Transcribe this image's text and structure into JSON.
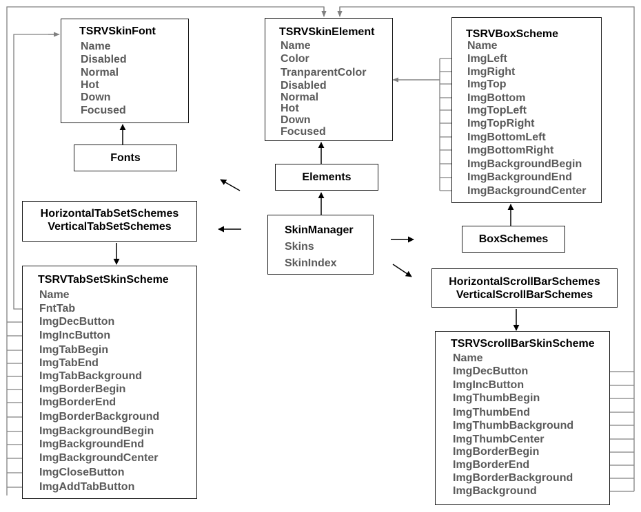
{
  "classes": {
    "skin_font": {
      "title": "TSRVSkinFont",
      "fields": [
        "Name",
        "Disabled",
        "Normal",
        "Hot",
        "Down",
        "Focused"
      ]
    },
    "skin_element": {
      "title": "TSRVSkinElement",
      "fields": [
        "Name",
        "Color",
        "TranparentColor",
        "Disabled",
        "Normal",
        "Hot",
        "Down",
        "Focused"
      ]
    },
    "box_scheme": {
      "title": "TSRVBoxScheme",
      "fields": [
        "Name",
        "ImgLeft",
        "ImgRight",
        "ImgTop",
        "ImgBottom",
        "ImgTopLeft",
        "ImgTopRight",
        "ImgBottomLeft",
        "ImgBottomRight",
        "ImgBackgroundBegin",
        "ImgBackgroundEnd",
        "ImgBackgroundCenter"
      ]
    },
    "tabset_scheme": {
      "title": "TSRVTabSetSkinScheme",
      "fields": [
        "Name",
        "FntTab",
        "ImgDecButton",
        "ImgIncButton",
        "ImgTabBegin",
        "ImgTabEnd",
        "ImgTabBackground",
        "ImgBorderBegin",
        "ImgBorderEnd",
        "ImgBorderBackground",
        "ImgBackgroundBegin",
        "ImgBackgroundEnd",
        "ImgBackgroundCenter",
        "ImgCloseButton",
        "ImgAddTabButton"
      ]
    },
    "scrollbar_scheme": {
      "title": "TSRVScrollBarSkinScheme",
      "fields": [
        "Name",
        "ImgDecButton",
        "ImgIncButton",
        "ImgThumbBegin",
        "ImgThumbEnd",
        "ImgThumbBackground",
        "ImgThumbCenter",
        "ImgBorderBegin",
        "ImgBorderEnd",
        "ImgBorderBackground",
        "ImgBackground"
      ]
    },
    "skin_manager": {
      "title": "SkinManager",
      "fields": [
        "Skins",
        "SkinIndex"
      ]
    }
  },
  "collections": {
    "fonts": "Fonts",
    "elements": "Elements",
    "box_schemes": "BoxSchemes",
    "tabset_line1": "HorizontalTabSetSchemes",
    "tabset_line2": "VerticalTabSetSchemes",
    "scrollbar_line1": "HorizontalScrollBarSchemes",
    "scrollbar_line2": "VerticalScrollBarSchemes"
  },
  "colors": {
    "box_border": "#1a1a1a",
    "arrow": "#000000",
    "reference_line": "#808080",
    "field_text": "#5a5a5a"
  }
}
